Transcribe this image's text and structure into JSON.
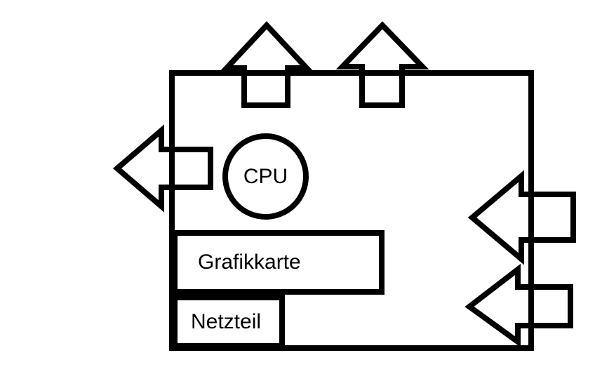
{
  "diagram": {
    "type": "pc-case-airflow",
    "colors": {
      "background": "#ffffff",
      "stroke": "#000000",
      "shape_fill": "#ffffff"
    },
    "components": {
      "cpu": {
        "label": "CPU",
        "shape": "circle"
      },
      "graphics_card": {
        "label": "Grafikkarte",
        "shape": "rectangle"
      },
      "power_supply": {
        "label": "Netzteil",
        "shape": "rectangle"
      }
    },
    "arrows": [
      {
        "name": "top-exhaust-arrow-left",
        "direction": "up",
        "edge": "top"
      },
      {
        "name": "top-exhaust-arrow-right",
        "direction": "up",
        "edge": "top"
      },
      {
        "name": "left-exhaust-arrow",
        "direction": "left",
        "edge": "left"
      },
      {
        "name": "right-intake-arrow-upper",
        "direction": "left",
        "edge": "right"
      },
      {
        "name": "right-intake-arrow-lower",
        "direction": "left",
        "edge": "right"
      }
    ]
  }
}
